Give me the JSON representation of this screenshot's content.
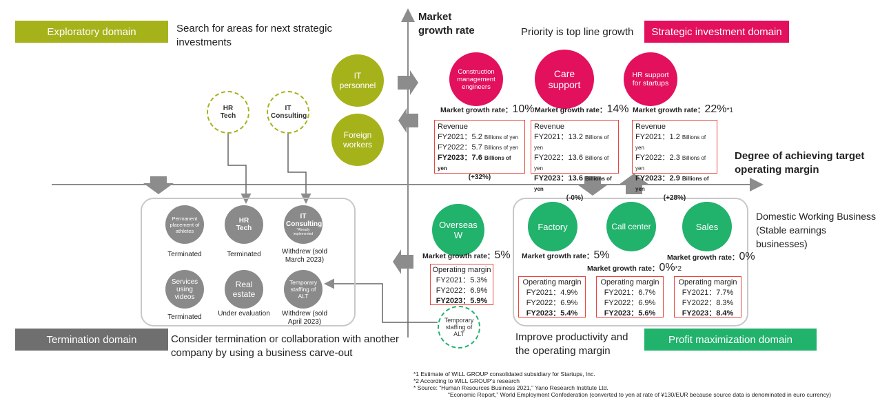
{
  "tags": {
    "exploratory": "Exploratory domain",
    "strategic": "Strategic investment domain",
    "termination": "Termination domain",
    "profit": "Profit maximization domain"
  },
  "captions": {
    "exploratory": "Search for areas for next strategic investments",
    "strategic": "Priority is top line growth",
    "termination": "Consider termination or collaboration with another company by using a business carve-out",
    "profit": "Improve productivity and the operating margin",
    "domestic": "Domestic Working Business (Stable earnings businesses)"
  },
  "axes": {
    "y": "Market growth rate",
    "x": "Degree of achieving target operating margin"
  },
  "exploratory_circles": {
    "it_personnel": "IT personnel",
    "foreign_workers": "Foreign workers",
    "hr_tech": "HR Tech",
    "it_consulting": "IT Consulting"
  },
  "strategic": [
    {
      "name": "Construction management engineers",
      "mgr_label": "Market growth rate：",
      "mgr": "10%",
      "mgr_note": "*",
      "revenue_label": "Revenue",
      "rows": [
        "FY2021：5.2",
        "FY2022：5.7",
        "FY2023：7.6"
      ],
      "unit": "Billions of yen",
      "change": "(+32%)"
    },
    {
      "name": "Care support",
      "mgr_label": "Market growth rate：",
      "mgr": "14%",
      "mgr_note": "",
      "revenue_label": "Revenue",
      "rows": [
        "FY2021：13.2",
        "FY2022：13.6",
        "FY2023：13.6"
      ],
      "unit": "Billions of yen",
      "change": "(-0%)"
    },
    {
      "name": "HR support for startups",
      "mgr_label": "Market growth rate：",
      "mgr": "22%",
      "mgr_note": "*1",
      "revenue_label": "Revenue",
      "rows": [
        "FY2021：1.2",
        "FY2022：2.3",
        "FY2023：2.9"
      ],
      "unit": "Billions of yen",
      "change": "(+28%)"
    }
  ],
  "termination": {
    "items": [
      {
        "name": "Permanent placement of athletes",
        "status": "Terminated"
      },
      {
        "name": "HR Tech",
        "status": "Terminated"
      },
      {
        "name": "IT Consulting",
        "note": "*Already implemented",
        "status": "Withdrew (sold March 2023)"
      },
      {
        "name": "Services using videos",
        "status": "Terminated"
      },
      {
        "name": "Real estate",
        "status": "Under evaluation"
      },
      {
        "name": "Temporary staffing of ALT",
        "status": "Withdrew (sold April 2023)"
      }
    ],
    "alt_dashed": "Temporary staffing of ALT"
  },
  "overseas": {
    "name": "Overseas W",
    "mgr_label": "Market growth rate：",
    "mgr": "5%",
    "om_label": "Operating margin",
    "rows": [
      "FY2021：5.3%",
      "FY2022：6.9%",
      "FY2023：5.9%"
    ]
  },
  "domestic": [
    {
      "name": "Factory",
      "mgr_label": "Market growth rate：",
      "mgr": "5%",
      "mgr_note": "",
      "om_label": "Operating margin",
      "rows": [
        "FY2021：4.9%",
        "FY2022：6.9%",
        "FY2023：5.4%"
      ]
    },
    {
      "name": "Call center",
      "mgr_label": "Market growth rate：",
      "mgr": "0%",
      "mgr_note": "*2",
      "om_label": "Operating margin",
      "rows": [
        "FY2021：6.7%",
        "FY2022：6.9%",
        "FY2023：5.6%"
      ]
    },
    {
      "name": "Sales",
      "mgr_label": "Market growth rate：",
      "mgr": "0%",
      "mgr_note": "",
      "om_label": "Operating margin",
      "rows": [
        "FY2021：7.7%",
        "FY2022：8.3%",
        "FY2023：8.4%"
      ]
    }
  ],
  "footnotes": [
    "*1 Estimate of WILL GROUP consolidated subsidiary for Startups, Inc.",
    "*2 According to WILL GROUP’s research",
    "* Source: “Human Resources Business 2021,” Yano Research Institute Ltd.",
    "“Economic Report,” World Employment Confederation (converted to yen at rate of ¥130/EUR because source data is denominated in euro currency)"
  ],
  "colors": {
    "olive": "#a6b21a",
    "pink": "#e2105d",
    "green": "#21b26c",
    "gray": "#6f6f6f",
    "axis": "#8c8c8c",
    "red": "#e8473f"
  }
}
